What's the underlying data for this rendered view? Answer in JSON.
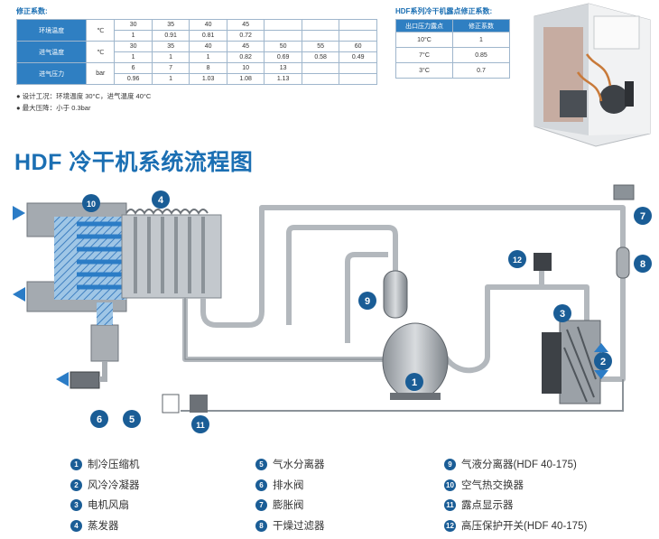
{
  "correction_table": {
    "title": "修正系数:",
    "rows": [
      {
        "label": "环境温度",
        "unit": "℃",
        "temps": [
          "30",
          "35",
          "40",
          "45",
          "",
          "",
          ""
        ],
        "factors": [
          "1",
          "0.91",
          "0.81",
          "0.72",
          "",
          "",
          ""
        ]
      },
      {
        "label": "进气温度",
        "unit": "℃",
        "temps": [
          "30",
          "35",
          "40",
          "45",
          "50",
          "55",
          "60"
        ],
        "factors": [
          "1",
          "1",
          "1",
          "0.82",
          "0.69",
          "0.58",
          "0.49"
        ]
      },
      {
        "label": "进气压力",
        "unit": "bar",
        "temps": [
          "6",
          "7",
          "8",
          "10",
          "13",
          "",
          ""
        ],
        "factors": [
          "0.96",
          "1",
          "1.03",
          "1.08",
          "1.13",
          "",
          ""
        ]
      }
    ]
  },
  "notes": [
    "设计工况：环境温度 30°C，进气温度 40°C",
    "最大压降：小于 0.3bar"
  ],
  "dew_table": {
    "title": "HDF系列冷干机露点修正系数:",
    "headers": [
      "出口压力露点",
      "修正系数"
    ],
    "rows": [
      [
        "10°C",
        "1"
      ],
      [
        "7°C",
        "0.85"
      ],
      [
        "3°C",
        "0.7"
      ]
    ]
  },
  "main_title": "HDF 冷干机系统流程图",
  "diagram_numbers": [
    "1",
    "2",
    "3",
    "4",
    "5",
    "6",
    "7",
    "8",
    "9",
    "10",
    "11",
    "12"
  ],
  "legend": [
    {
      "num": "1",
      "label": "制冷压缩机"
    },
    {
      "num": "2",
      "label": "风冷冷凝器"
    },
    {
      "num": "3",
      "label": "电机风扇"
    },
    {
      "num": "4",
      "label": "蒸发器"
    },
    {
      "num": "5",
      "label": "气水分离器"
    },
    {
      "num": "6",
      "label": "排水阀"
    },
    {
      "num": "7",
      "label": "膨胀阀"
    },
    {
      "num": "8",
      "label": "干燥过滤器"
    },
    {
      "num": "9",
      "label": "气液分离器(HDF 40-175)"
    },
    {
      "num": "10",
      "label": "空气热交换器"
    },
    {
      "num": "11",
      "label": "露点显示器"
    },
    {
      "num": "12",
      "label": "高压保护开关(HDF 40-175)"
    }
  ],
  "colors": {
    "accent": "#1b6fb3",
    "pipe": "#b3b8bd",
    "pipe_edge": "#7e858c",
    "badge": "#1a5d96"
  }
}
